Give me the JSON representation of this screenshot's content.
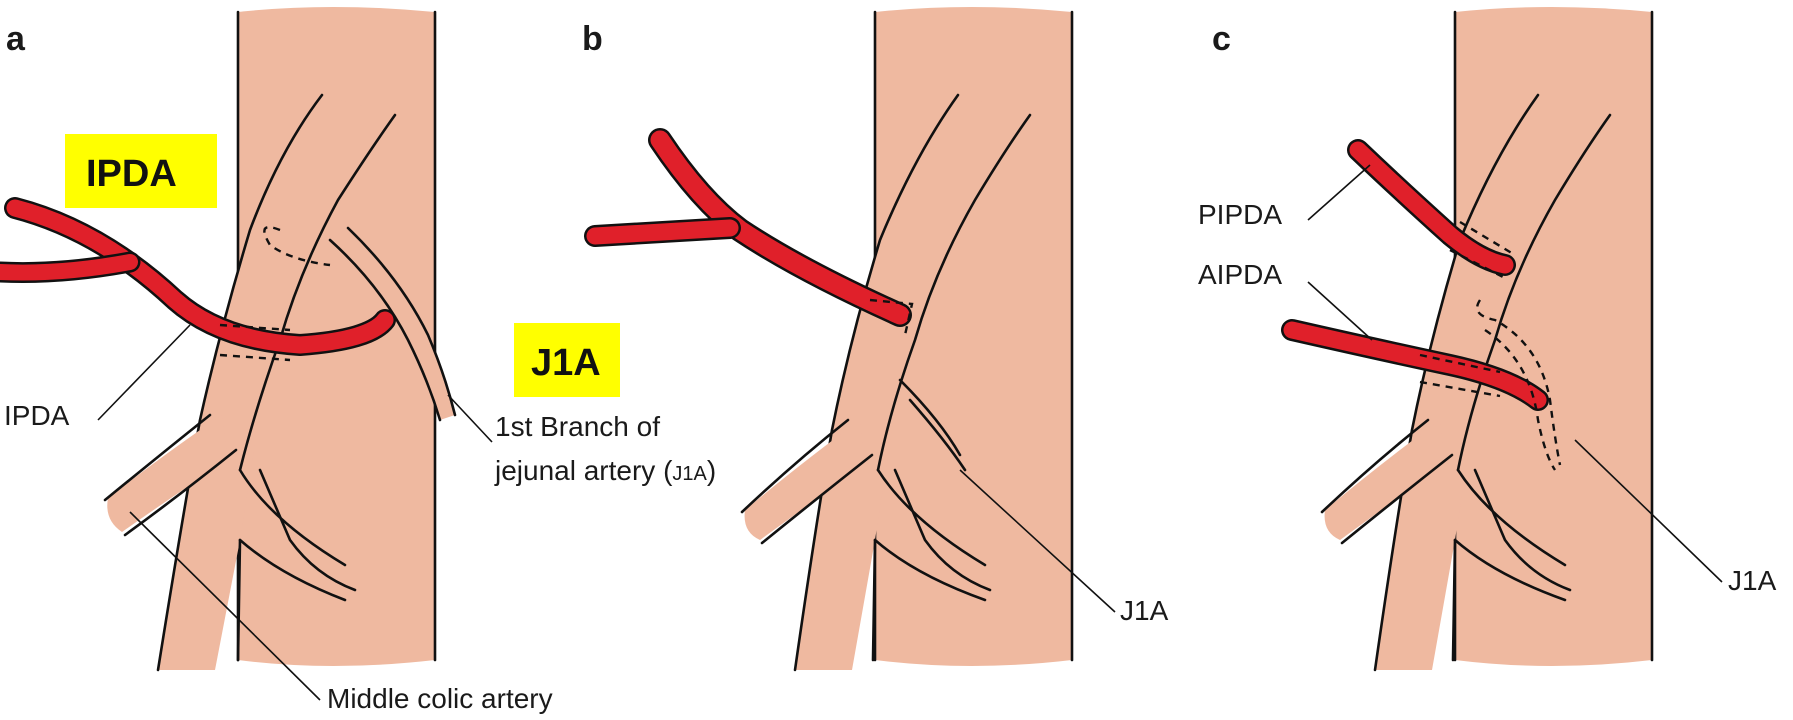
{
  "panels": {
    "a": {
      "letter": "a",
      "highlight_ipda": "IPDA",
      "highlight_j1a": "J1A",
      "label_ipda": "IPDA",
      "label_branch_line1": "1st Branch of",
      "label_branch_line2_main": "jejunal artery (",
      "label_branch_line2_small": "J1A",
      "label_branch_line2_end": ")",
      "label_middle_colic": "Middle colic artery"
    },
    "b": {
      "letter": "b",
      "label_j1a": "J1A"
    },
    "c": {
      "letter": "c",
      "label_pipda": "PIPDA",
      "label_aipda": "AIPDA",
      "label_j1a": "J1A"
    }
  },
  "colors": {
    "tissue": "#efb9a0",
    "artery": "#e0202a",
    "highlight": "#ffff00",
    "line": "#111111"
  }
}
